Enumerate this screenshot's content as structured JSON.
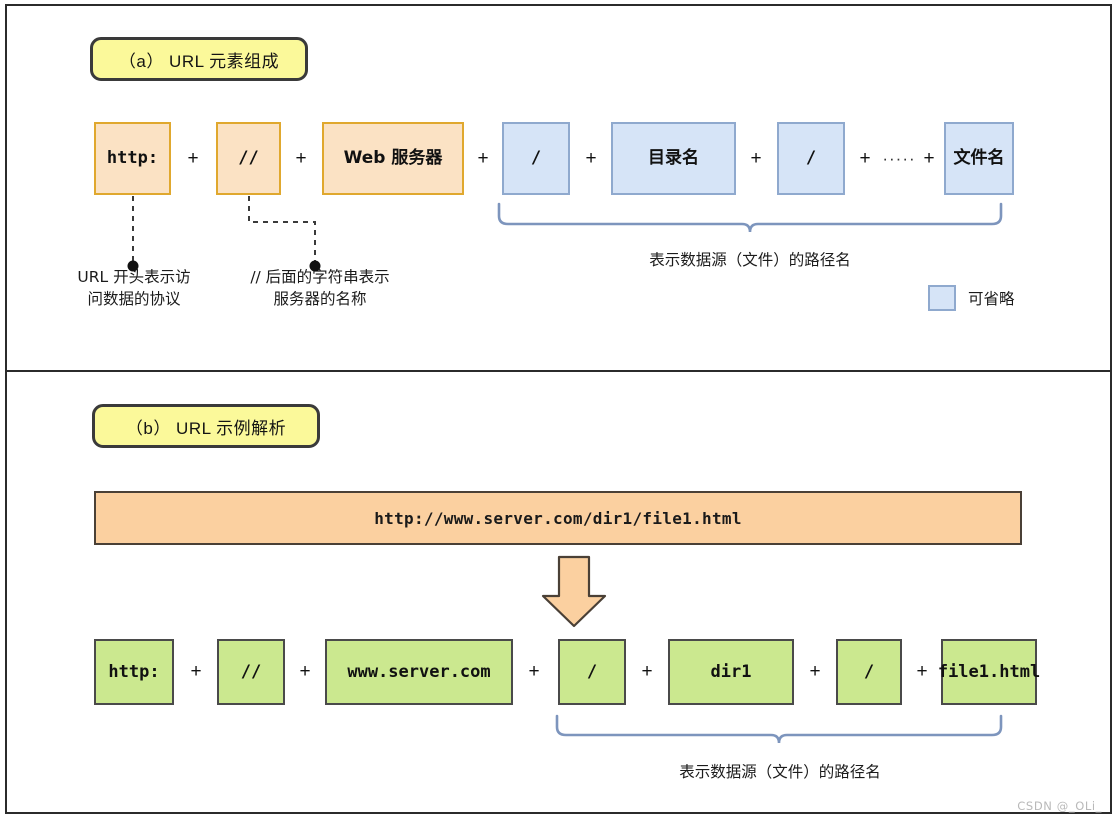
{
  "figure": {
    "watermark": "CSDN @_OLi_"
  },
  "panel_a": {
    "caption": "（a） URL 元素组成",
    "tokens": [
      {
        "text": "http:",
        "kind": "mono",
        "style": "orange"
      },
      {
        "text": "//",
        "kind": "mono",
        "style": "orange"
      },
      {
        "text": "Web 服务器",
        "kind": "cjk",
        "style": "orange"
      },
      {
        "text": "/",
        "kind": "mono",
        "style": "blue"
      },
      {
        "text": "目录名",
        "kind": "cjk",
        "style": "blue"
      },
      {
        "text": "/",
        "kind": "mono",
        "style": "blue"
      },
      {
        "text": "文件名",
        "kind": "cjk",
        "style": "blue"
      }
    ],
    "operator": "+",
    "ellipsis": "·····",
    "notes": [
      {
        "line1": "URL 开头表示访",
        "line2": "问数据的协议"
      },
      {
        "line1": "// 后面的字符串表示",
        "line2": "服务器的名称"
      }
    ],
    "bracket_label": "表示数据源（文件）的路径名",
    "legend": {
      "label": "可省略",
      "swatch_color": "#d6e4f7"
    }
  },
  "panel_b": {
    "caption": "（b） URL 示例解析",
    "url": "http://www.server.com/dir1/file1.html",
    "arrow": "down-arrow",
    "tokens": [
      {
        "text": "http:",
        "kind": "mono"
      },
      {
        "text": "//",
        "kind": "mono"
      },
      {
        "text": "www.server.com",
        "kind": "mono"
      },
      {
        "text": "/",
        "kind": "mono"
      },
      {
        "text": "dir1",
        "kind": "mono"
      },
      {
        "text": "/",
        "kind": "mono"
      },
      {
        "text": "file1.html",
        "kind": "mono"
      }
    ],
    "operator": "+",
    "bracket_label": "表示数据源（文件）的路径名"
  },
  "colors": {
    "yellow_pill": "#fbf99a",
    "orange_box": "#fbe2c4",
    "orange_border": "#e0a82e",
    "blue_box": "#d6e4f7",
    "blue_border": "#8fa9ce",
    "green_box": "#cbe88f",
    "green_border": "#4a4a4a",
    "url_bar": "#fbd0a0",
    "bracket": "#7d95bd"
  }
}
